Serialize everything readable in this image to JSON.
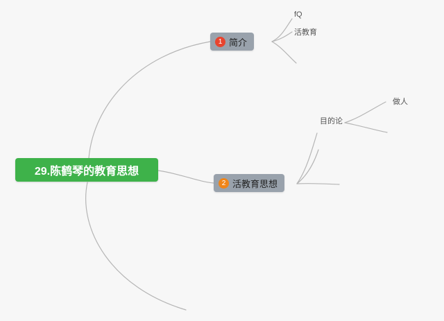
{
  "style": {
    "background": "#f7f7f7",
    "line_color": "#b5b5b5"
  },
  "root": {
    "label": "29.陈鹤琴的教育思想",
    "bg_color": "#3eb24a",
    "text_color": "#ffffff"
  },
  "branches": [
    {
      "badge": "1",
      "badge_color": "#e8442e",
      "label": "简介",
      "bg_color": "#99a2ac"
    },
    {
      "badge": "2",
      "badge_color": "#f08519",
      "label": "活教育思想",
      "bg_color": "#99a2ac"
    }
  ],
  "leaves": {
    "intro_child_1": "fQ",
    "intro_child_2": "活教育",
    "purpose_theory": "目的论",
    "be_a_person": "做人"
  }
}
